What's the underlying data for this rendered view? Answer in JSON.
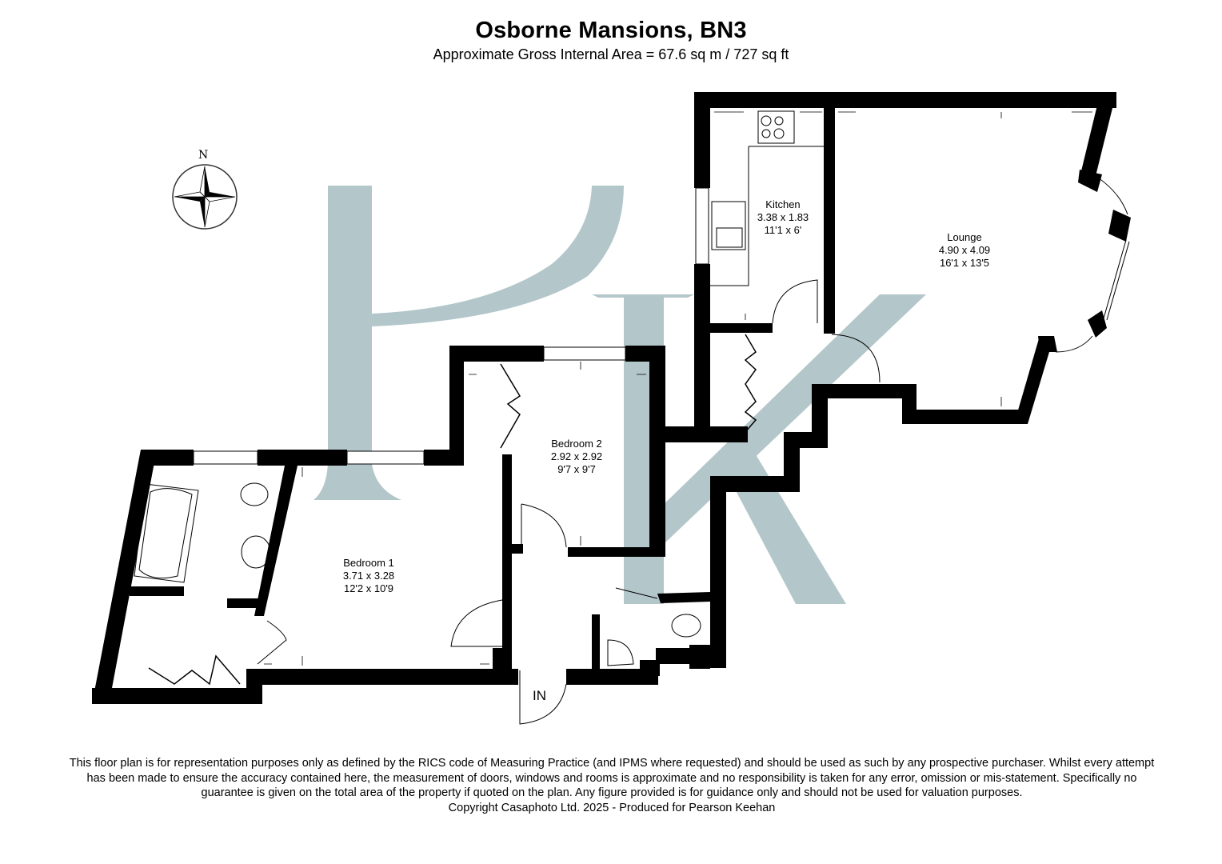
{
  "header": {
    "title": "Osborne Mansions, BN3",
    "subtitle": "Approximate Gross Internal Area = 67.6 sq m / 727 sq ft"
  },
  "compass": {
    "north_label": "N",
    "icon": "compass-rose-icon"
  },
  "watermark": {
    "letters": "PK",
    "color": "#b3c6c9"
  },
  "colors": {
    "wall": "#000000",
    "background": "#ffffff",
    "watermark": "#b3c6c9"
  },
  "rooms": [
    {
      "name": "Kitchen",
      "metric": "3.38 x 1.83",
      "imperial": "11'1 x 6'"
    },
    {
      "name": "Lounge",
      "metric": "4.90 x 4.09",
      "imperial": "16'1 x 13'5"
    },
    {
      "name": "Bedroom 2",
      "metric": "2.92 x 2.92",
      "imperial": "9'7 x 9'7"
    },
    {
      "name": "Bedroom 1",
      "metric": "3.71 x 3.28",
      "imperial": "12'2 x 10'9"
    }
  ],
  "entrance": {
    "label": "IN"
  },
  "footer": {
    "disclaimer": "This floor plan is for representation purposes only as defined by the RICS code of Measuring Practice (and IPMS where requested) and should be used as such by any prospective purchaser. Whilst every attempt has been made to ensure the accuracy contained here, the measurement of doors, windows and rooms is approximate and no responsibility is taken for any error, omission or mis-statement. Specifically no guarantee is given on the total area of the property if quoted on the plan. Any figure provided is for guidance only and should not be used for valuation purposes.",
    "copyright": "Copyright Casaphoto Ltd. 2025 - Produced for Pearson Keehan"
  }
}
